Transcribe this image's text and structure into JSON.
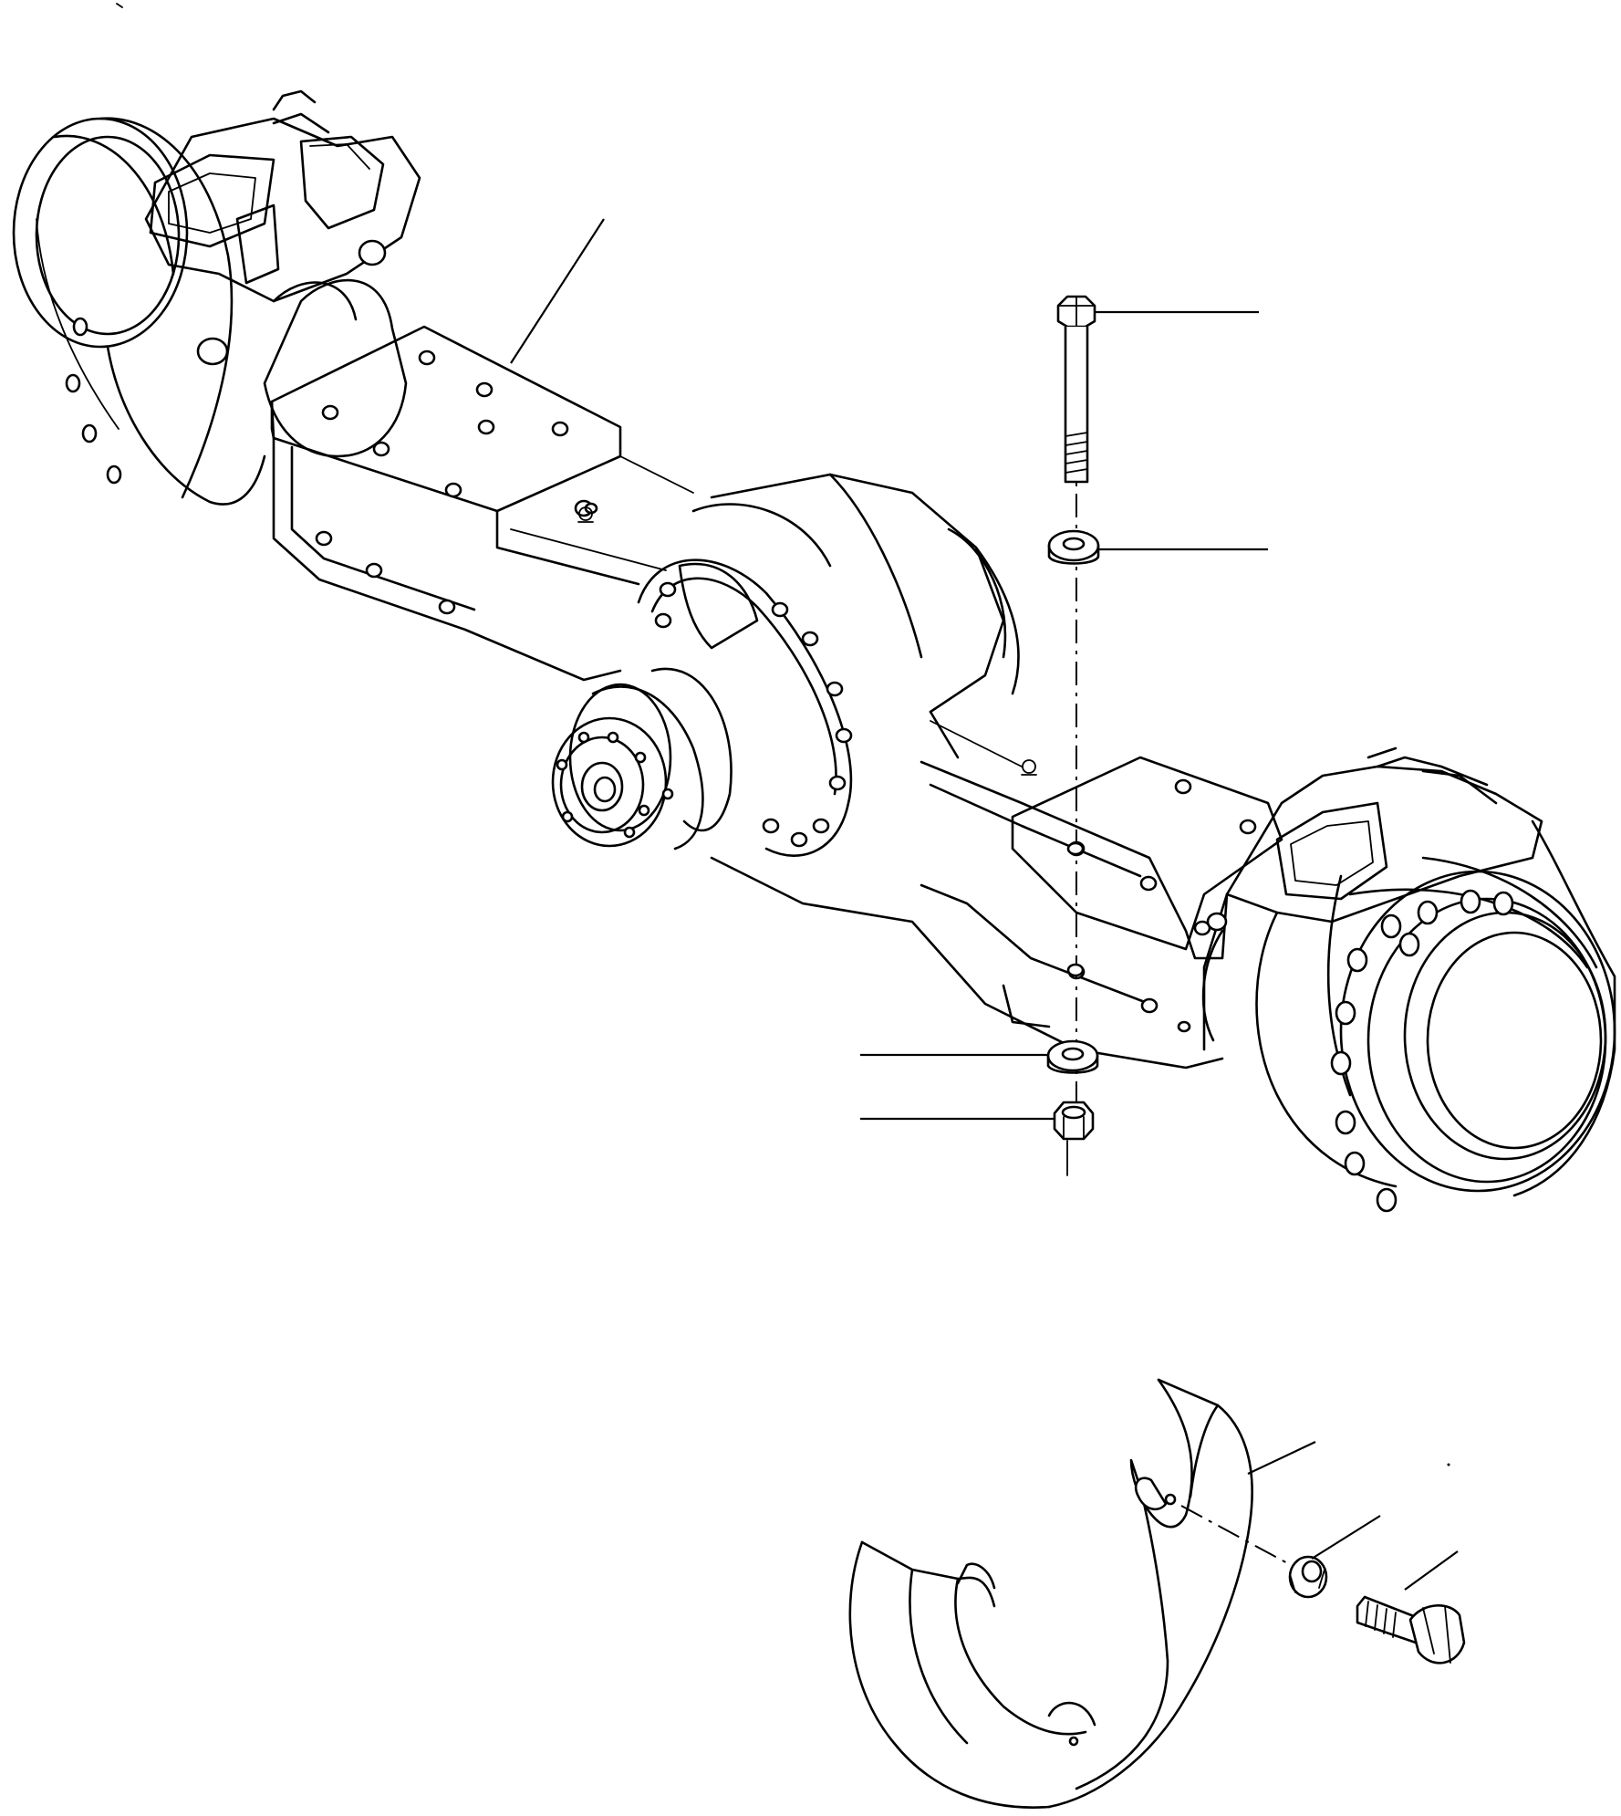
{
  "figure": {
    "description_labels": [],
    "callouts": [
      {
        "id": "axle-housing"
      },
      {
        "id": "bolt"
      },
      {
        "id": "upper-washer"
      },
      {
        "id": "lower-washer"
      },
      {
        "id": "nut"
      },
      {
        "id": "shield"
      },
      {
        "id": "lock-washer"
      },
      {
        "id": "shield-bolt"
      }
    ]
  },
  "colors": {
    "ink": "#000000",
    "paper": "#ffffff"
  }
}
